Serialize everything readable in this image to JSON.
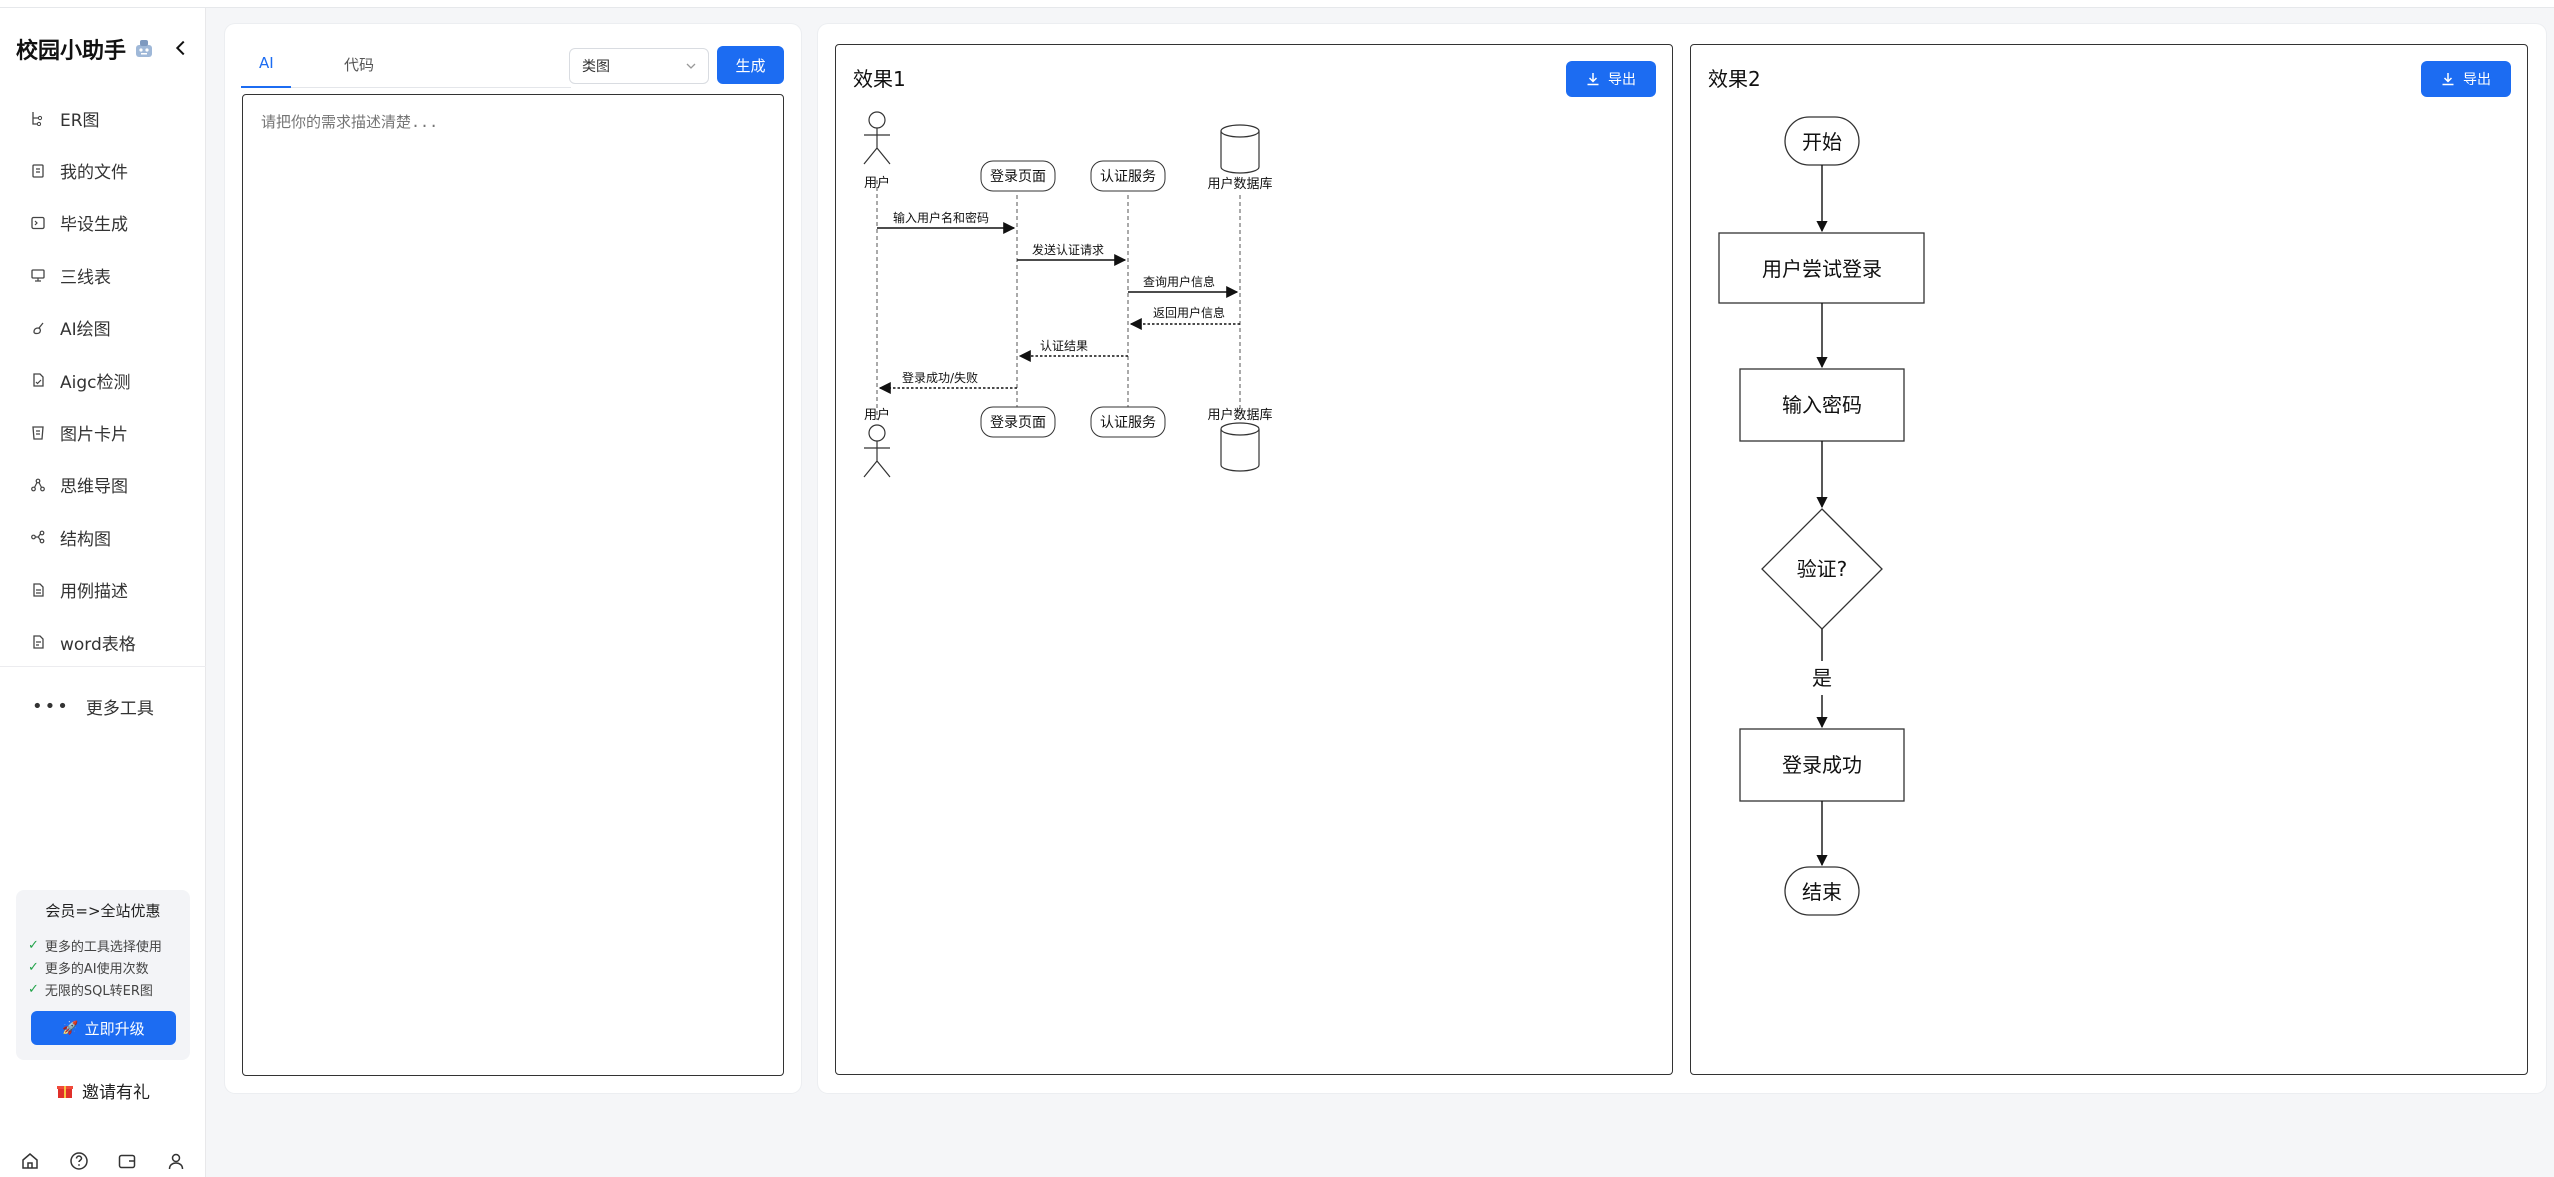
{
  "sidebar": {
    "title": "校园小助手",
    "items": [
      {
        "label": "ER图",
        "icon": "er-diagram-icon"
      },
      {
        "label": "我的文件",
        "icon": "file-icon"
      },
      {
        "label": "毕设生成",
        "icon": "terminal-icon"
      },
      {
        "label": "三线表",
        "icon": "table-icon"
      },
      {
        "label": "AI绘图",
        "icon": "paint-icon"
      },
      {
        "label": "Aigc检测",
        "icon": "doc-check-icon"
      },
      {
        "label": "图片卡片",
        "icon": "image-card-icon"
      },
      {
        "label": "思维导图",
        "icon": "mindmap-icon"
      },
      {
        "label": "结构图",
        "icon": "structure-icon"
      },
      {
        "label": "用例描述",
        "icon": "usecase-doc-icon"
      },
      {
        "label": "word表格",
        "icon": "word-doc-icon"
      }
    ],
    "more_label": "更多工具",
    "promo": {
      "title": "会员=>全站优惠",
      "items": [
        "更多的工具选择使用",
        "更多的AI使用次数",
        "无限的SQL转ER图"
      ],
      "upgrade_label": "立即升级"
    },
    "invite_label": "邀请有礼",
    "bottom_icons": [
      "home-icon",
      "help-icon",
      "wallet-icon",
      "user-icon"
    ]
  },
  "input_panel": {
    "tabs": [
      {
        "label": "AI"
      },
      {
        "label": "代码"
      }
    ],
    "active_tab": "AI",
    "select_value": "类图",
    "generate_label": "生成",
    "textarea_placeholder": "请把你的需求描述清楚..."
  },
  "outputs": [
    {
      "title": "效果1",
      "export_label": "导出",
      "sequence": {
        "participants": [
          "用户",
          "登录页面",
          "认证服务",
          "用户数据库"
        ],
        "messages": [
          {
            "from": 0,
            "to": 1,
            "text": "输入用户名和密码",
            "dashed": false
          },
          {
            "from": 1,
            "to": 2,
            "text": "发送认证请求",
            "dashed": false
          },
          {
            "from": 2,
            "to": 3,
            "text": "查询用户信息",
            "dashed": false
          },
          {
            "from": 3,
            "to": 2,
            "text": "返回用户信息",
            "dashed": true
          },
          {
            "from": 2,
            "to": 1,
            "text": "认证结果",
            "dashed": true
          },
          {
            "from": 1,
            "to": 0,
            "text": "登录成功/失败",
            "dashed": true
          }
        ]
      }
    },
    {
      "title": "效果2",
      "export_label": "导出",
      "flow": {
        "start": "开始",
        "step1": "用户尝试登录",
        "step2": "输入密码",
        "decision": "验证?",
        "edge_yes": "是",
        "step3": "登录成功",
        "end": "结束"
      }
    }
  ],
  "colors": {
    "accent": "#1c6cf2",
    "check": "#22a34a"
  }
}
